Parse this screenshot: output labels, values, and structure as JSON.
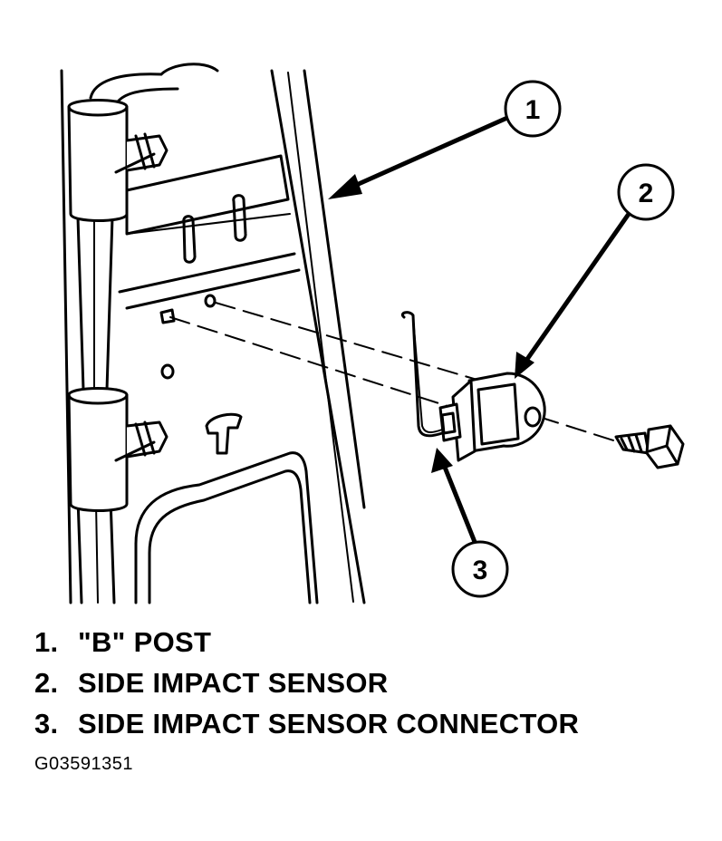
{
  "callouts": [
    {
      "number": "1"
    },
    {
      "number": "2"
    },
    {
      "number": "3"
    }
  ],
  "legend": [
    {
      "number": "1.",
      "label": "\"B\" POST"
    },
    {
      "number": "2.",
      "label": "SIDE IMPACT SENSOR"
    },
    {
      "number": "3.",
      "label": "SIDE IMPACT SENSOR CONNECTOR"
    }
  ],
  "figure_id": "G03591351"
}
